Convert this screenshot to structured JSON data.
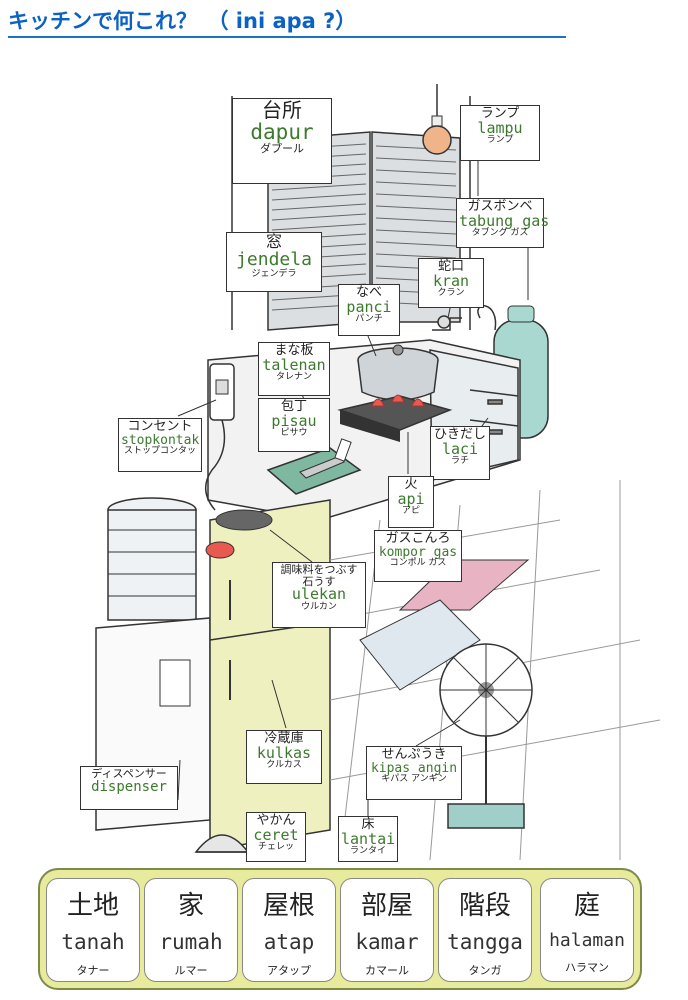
{
  "page": {
    "title": "キッチンで何これ？　（ ini apa ?）"
  },
  "labels": {
    "dapur": {
      "jp": "台所",
      "id": "dapur",
      "kana": "ダプール"
    },
    "lampu": {
      "jp": "ランプ",
      "id": "lampu",
      "kana": "ランプ"
    },
    "tabung_gas": {
      "jp": "ガスボンベ",
      "id": "tabung gas",
      "kana": "タブング ガス"
    },
    "jendela": {
      "jp": "窓",
      "id": "jendela",
      "kana": "ジェンデラ"
    },
    "kran": {
      "jp": "蛇口",
      "id": "kran",
      "kana": "クラン"
    },
    "panci": {
      "jp": "なべ",
      "id": "panci",
      "kana": "パンチ"
    },
    "talenan": {
      "jp": "まな板",
      "id": "talenan",
      "kana": "タレナン"
    },
    "pisau": {
      "jp": "包丁",
      "id": "pisau",
      "kana": "ピサウ"
    },
    "stopkontak": {
      "jp": "コンセント",
      "id": "stopkontak",
      "kana": "ストップコンタッ"
    },
    "laci": {
      "jp": "ひきだし",
      "id": "laci",
      "kana": "ラチ"
    },
    "api": {
      "jp": "火",
      "id": "api",
      "kana": "アピ"
    },
    "kompor_gas": {
      "jp": "ガスこんろ",
      "id": "kompor gas",
      "kana": "コンポル ガス"
    },
    "ulekan": {
      "jp1": "調味料をつぶす",
      "jp2": "石うす",
      "id": "ulekan",
      "kana": "ウルカン"
    },
    "kulkas": {
      "jp": "冷蔵庫",
      "id": "kulkas",
      "kana": "クルカス"
    },
    "kipas_angin": {
      "jp": "せんぷうき",
      "id": "kipas angin",
      "kana": "キパス アンギン"
    },
    "dispenser": {
      "jp": "ディスペンサー",
      "id": "dispenser"
    },
    "ceret": {
      "jp": "やかん",
      "id": "ceret",
      "kana": "チェレッ"
    },
    "lantai": {
      "jp": "床",
      "id": "lantai",
      "kana": "ランタイ"
    }
  },
  "vocab": [
    {
      "kanji": "土地",
      "roman": "tanah",
      "kana": "タナー"
    },
    {
      "kanji": "家",
      "roman": "rumah",
      "kana": "ルマー"
    },
    {
      "kanji": "屋根",
      "roman": "atap",
      "kana": "アタップ"
    },
    {
      "kanji": "部屋",
      "roman": "kamar",
      "kana": "カマール"
    },
    {
      "kanji": "階段",
      "roman": "tangga",
      "kana": "タンガ"
    },
    {
      "kanji": "庭",
      "roman": "halaman",
      "kana": "ハラマン"
    }
  ]
}
